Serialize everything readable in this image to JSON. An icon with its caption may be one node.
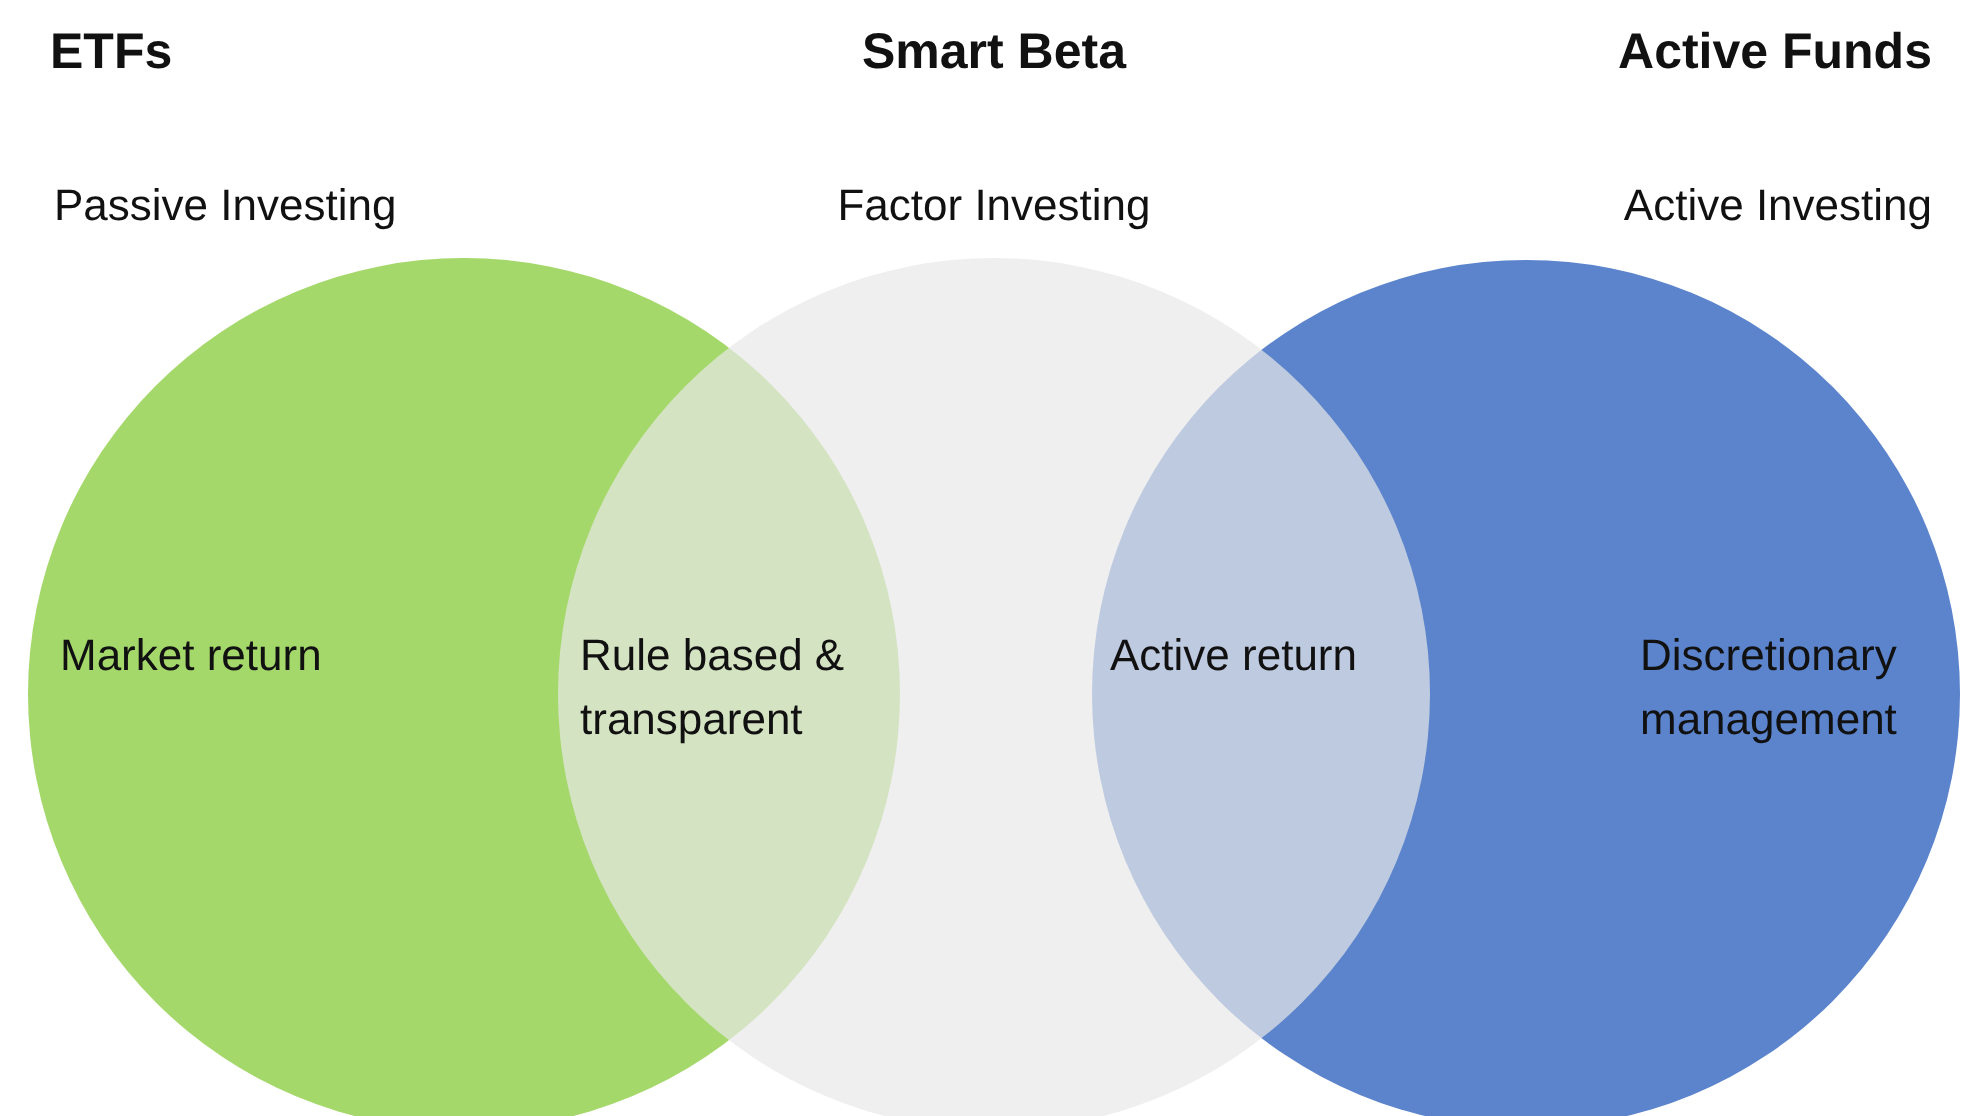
{
  "diagram": {
    "nodes": [
      {
        "text": [
          "ETFs",
          "Passive Investing",
          "Market return"
        ]
      },
      {
        "text": [
          "Smart Beta",
          "Factor Investing"
        ]
      },
      {
        "text": [
          "Active Funds",
          "Active Investing",
          "Discretionary management"
        ]
      }
    ],
    "edges": [],
    "labels": [
      "Rule based & transparent",
      "Active return"
    ]
  }
}
